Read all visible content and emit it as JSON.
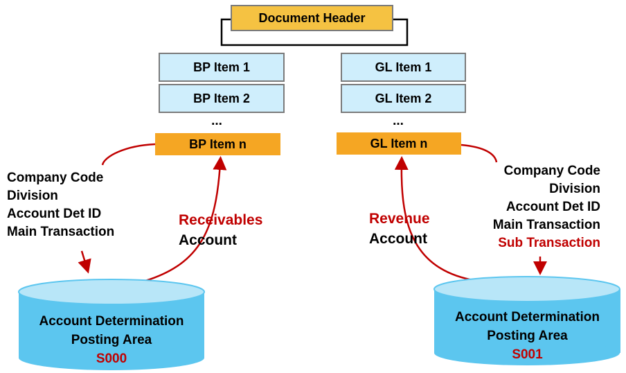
{
  "header": {
    "label": "Document Header"
  },
  "bp_items": [
    "BP Item 1",
    "BP Item 2"
  ],
  "bp_ellipsis": "...",
  "bp_item_n": "BP Item n",
  "gl_items": [
    "GL Item 1",
    "GL Item 2"
  ],
  "gl_ellipsis": "...",
  "gl_item_n": "GL Item n",
  "left_criteria": [
    "Company Code",
    "Division",
    "Account Det ID",
    "Main Transaction"
  ],
  "right_criteria": [
    "Company Code",
    "Division",
    "Account Det ID",
    "Main Transaction"
  ],
  "right_extra_criterion": "Sub Transaction",
  "receivables": {
    "line1": "Receivables",
    "line2": "Account"
  },
  "revenue": {
    "line1": "Revenue",
    "line2": "Account"
  },
  "left_db": {
    "line1": "Account Determination",
    "line2": "Posting Area",
    "code": "S000"
  },
  "right_db": {
    "line1": "Account Determination",
    "line2": "Posting Area",
    "code": "S001"
  },
  "colors": {
    "header": "#f5c242",
    "item": "#cfeefc",
    "item_n": "#f5a623",
    "arrow": "#c00000",
    "db_fill": "#5cc6ef",
    "db_top": "#b8e6f8"
  }
}
